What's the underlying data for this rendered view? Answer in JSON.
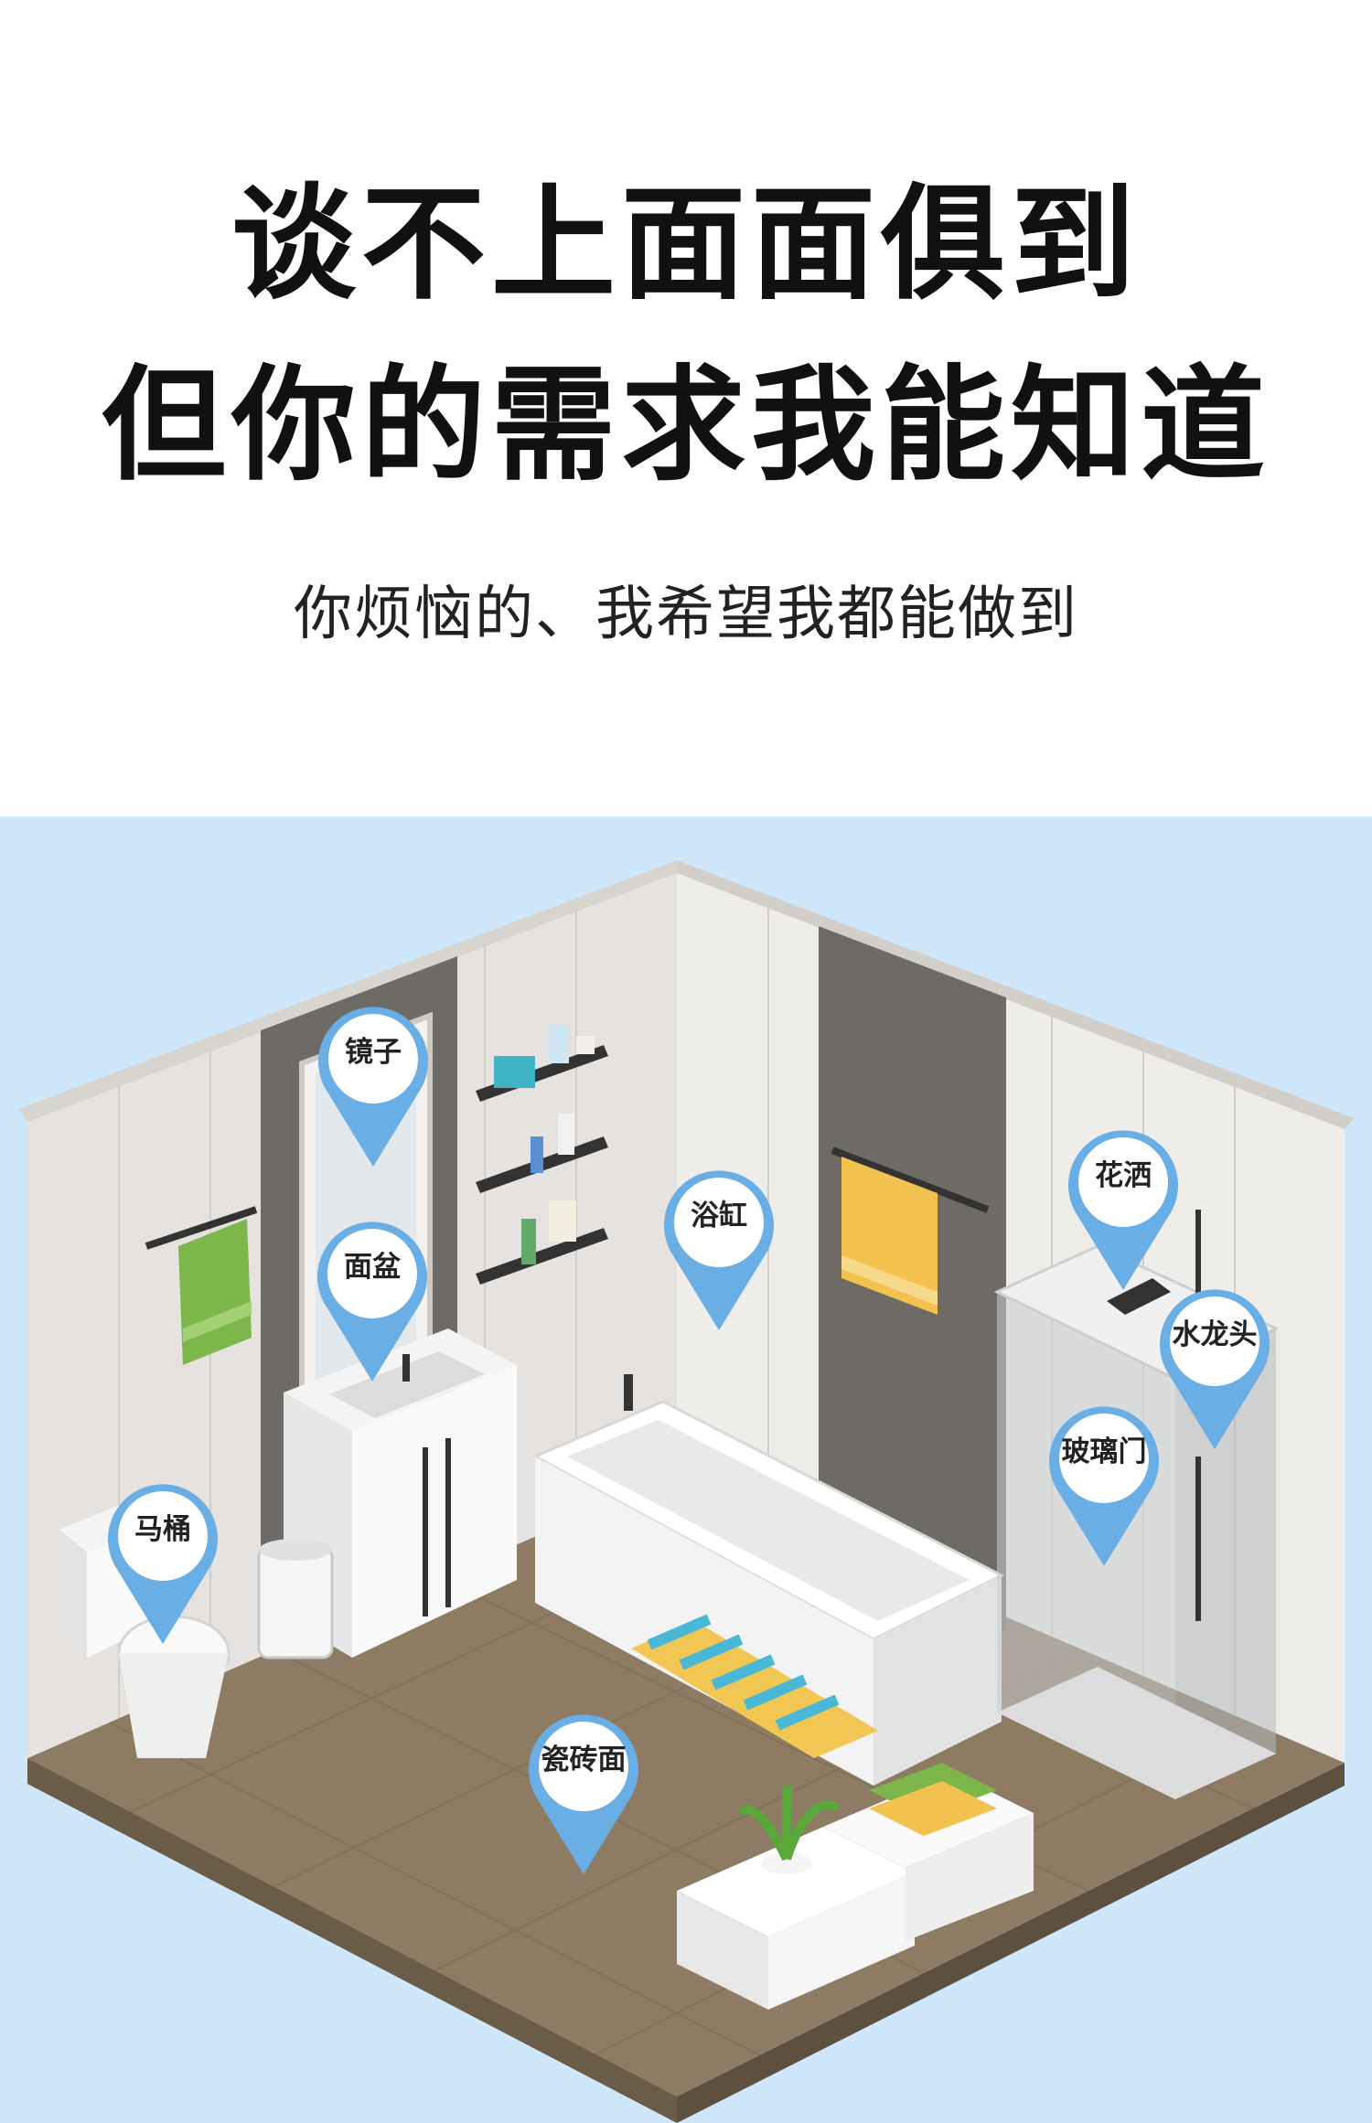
{
  "header": {
    "line1": "谈不上面面俱到",
    "line2": "但你的需求我能知道",
    "subtitle": "你烦恼的、我希望我都能做到"
  },
  "illustration": {
    "colors": {
      "background": "#cfe7fb",
      "floor": "#8d7b63",
      "wall_left": "#e5e2df",
      "wall_right": "#efedea",
      "accent_wall": "#6e6a66",
      "pin": "#6aaee6"
    },
    "labels": {
      "mirror": "镜子",
      "basin": "面盆",
      "bathtub": "浴缸",
      "shower": "花洒",
      "faucet": "水龙头",
      "glass_door": "玻璃门",
      "toilet": "马桶",
      "tile_surface": "瓷砖面"
    }
  }
}
